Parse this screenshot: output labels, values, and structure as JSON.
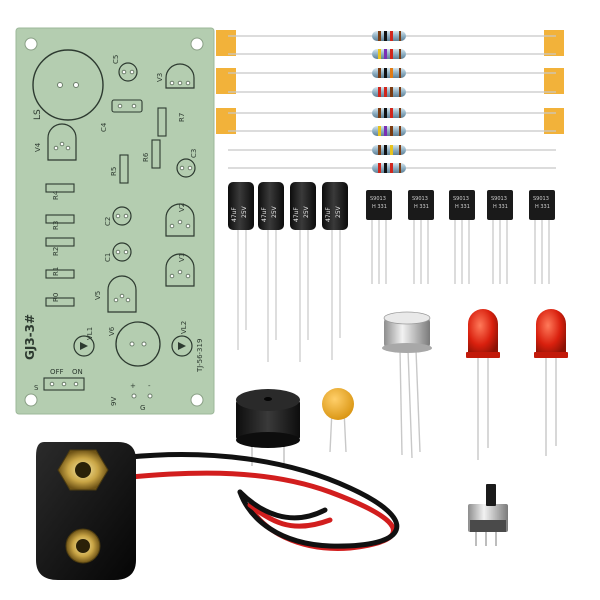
{
  "pcb": {
    "board_id": "GJ3-3#",
    "serial": "TJ-56-319",
    "labels": {
      "ls": "LS",
      "c5": "C5",
      "v3": "V3",
      "c4": "C4",
      "r7": "R7",
      "v4": "V4",
      "r6": "R6",
      "c3": "C3",
      "r5": "R5",
      "r4": "R4",
      "r3": "R3",
      "c2": "C2",
      "v2": "V2",
      "r2": "R2",
      "c1": "C1",
      "r1": "R1",
      "v1": "V1",
      "r0": "R0",
      "v5": "V5",
      "v6": "V6",
      "vl1": "VL1",
      "vl2": "VL2",
      "s": "S",
      "off": "OFF",
      "on": "ON",
      "battery": "9V",
      "plus": "+",
      "minus": "-",
      "g": "G"
    }
  },
  "components": {
    "capacitor_label": "47uF",
    "capacitor_voltage": "25V",
    "transistor_label": "S9013",
    "transistor_code": "H 331"
  },
  "colors": {
    "pcb_green": "#b4cdb0",
    "silkscreen": "#2d3a30",
    "capacitor_body": "#1a1a1a",
    "led_red": "#d9200e",
    "resistor_body": "#9fb9c9",
    "tape_orange": "#f2b23a",
    "wire_red": "#d21e1e",
    "wire_black": "#111111"
  }
}
